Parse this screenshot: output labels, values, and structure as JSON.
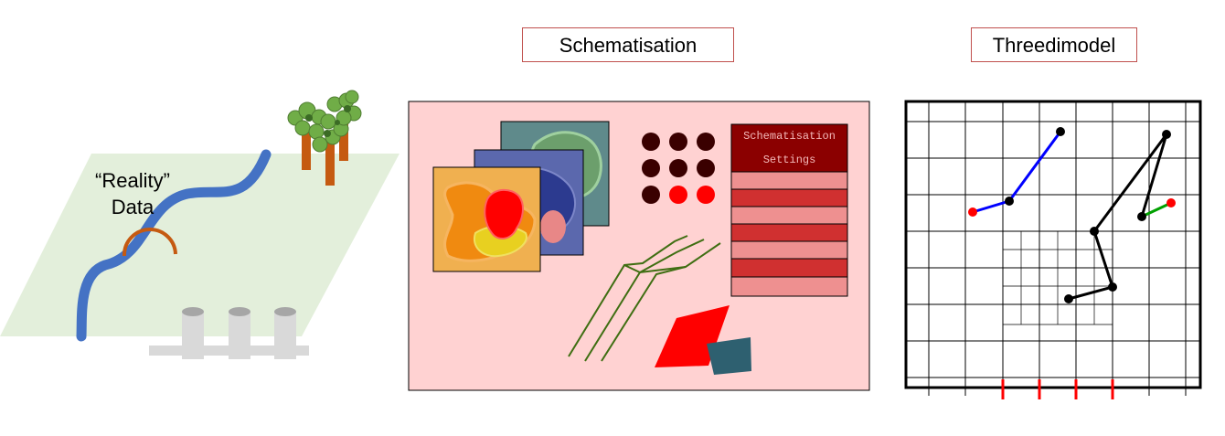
{
  "titles": {
    "schematisation": "Schematisation",
    "threedimodel": "Threedimodel"
  },
  "reality": {
    "line1": "“Reality”",
    "line2": "Data"
  },
  "schematisation_panel": {
    "settings_line1": "Schematisation",
    "settings_line2": "Settings"
  },
  "colors": {
    "title_border": "#c0504d",
    "reality_plane": "#e3efdb",
    "river": "#4472c4",
    "bridge": "#c55a11",
    "schem_background": "#ffd2d2",
    "settings_header": "#8b0000",
    "settings_row_dark": "#d03030",
    "settings_row_light": "#ee9090",
    "dot_dark": "#3a0000",
    "dot_red": "#ff0000",
    "channel_lines": "#3f6e12",
    "polygon_red": "#ff0000",
    "polygon_teal": "#2e6070",
    "model_line_blue": "#0000ff",
    "model_line_black": "#000000",
    "model_line_green": "#00a000",
    "model_boundary_marker": "#ff0000"
  }
}
